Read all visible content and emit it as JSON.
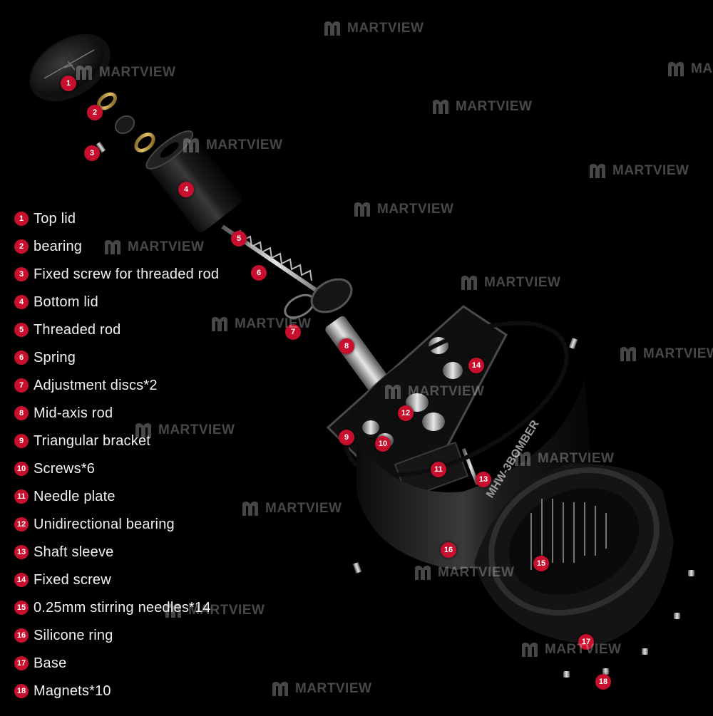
{
  "brand": {
    "watermark": "MARTVIEW",
    "product_mark": "MHW-3BOMBER"
  },
  "colors": {
    "background": "#000000",
    "callout": "#c8102e",
    "text": "#f0f0f0"
  },
  "parts": [
    {
      "num": "1",
      "label": "Top lid"
    },
    {
      "num": "2",
      "label": "bearing"
    },
    {
      "num": "3",
      "label": "Fixed screw for threaded rod"
    },
    {
      "num": "4",
      "label": "Bottom lid"
    },
    {
      "num": "5",
      "label": "Threaded rod"
    },
    {
      "num": "6",
      "label": "Spring"
    },
    {
      "num": "7",
      "label": "Adjustment discs*2"
    },
    {
      "num": "8",
      "label": "Mid-axis rod"
    },
    {
      "num": "9",
      "label": "Triangular bracket"
    },
    {
      "num": "10",
      "label": "Screws*6"
    },
    {
      "num": "11",
      "label": "Needle plate"
    },
    {
      "num": "12",
      "label": "Unidirectional bearing"
    },
    {
      "num": "13",
      "label": "Shaft sleeve"
    },
    {
      "num": "14",
      "label": "Fixed screw"
    },
    {
      "num": "15",
      "label": "0.25mm stirring needles*14"
    },
    {
      "num": "16",
      "label": "Silicone ring"
    },
    {
      "num": "17",
      "label": "Base"
    },
    {
      "num": "18",
      "label": "Magnets*10"
    }
  ]
}
